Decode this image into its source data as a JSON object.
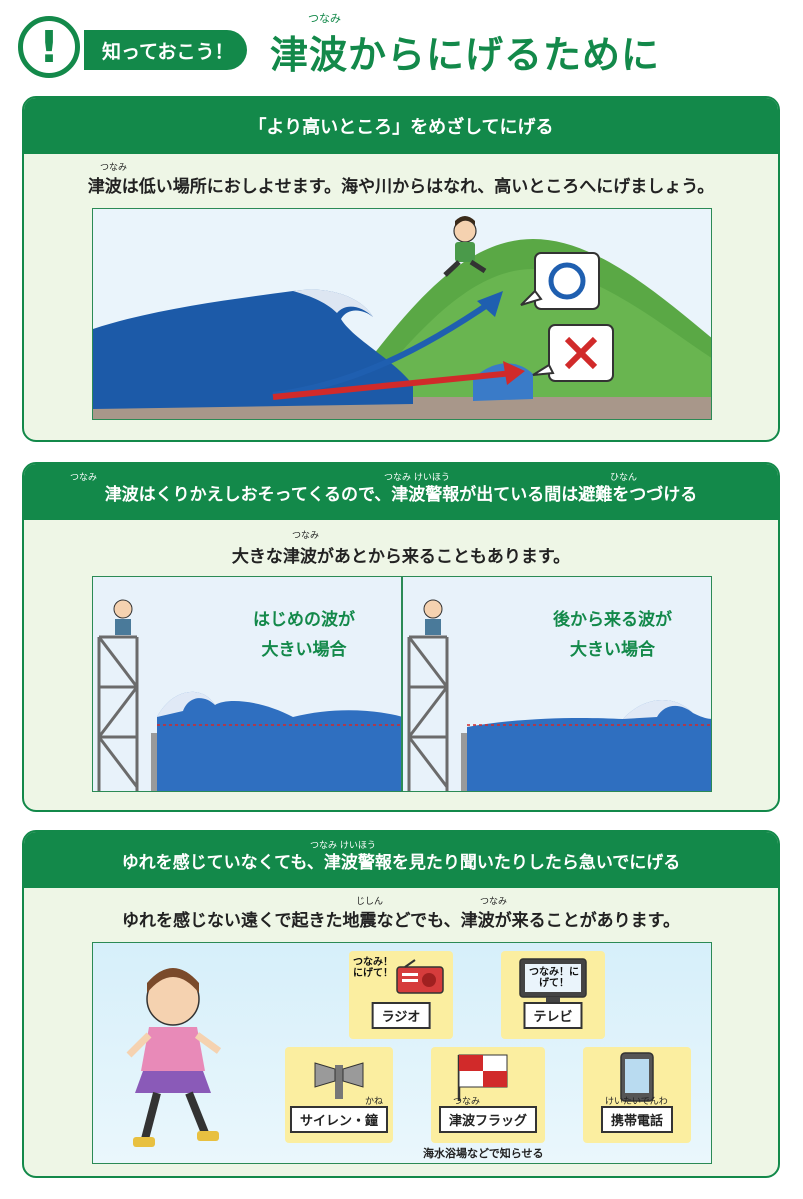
{
  "header": {
    "badge_symbol": "!",
    "badge_label": "知っておこう！",
    "title": "津波からにげるために",
    "title_ruby": "つなみ"
  },
  "section1": {
    "heading": "「より高いところ」をめざしてにげる",
    "text": "津波は低い場所におしよせます。海や川からはなれ、高いところへにげましょう。",
    "text_ruby": "つなみ",
    "good_mark": "○",
    "bad_mark": "×",
    "colors": {
      "up_arrow": "#1f5fb0",
      "flat_arrow": "#d12a2a",
      "hill": "#5aa845",
      "sea": "#1c5aa8"
    }
  },
  "section2": {
    "heading": "津波はくりかえしおそってくるので、津波警報が出ている間は避難をつづける",
    "heading_rubies": [
      "つなみ",
      "つなみ けいほう",
      "ひなん"
    ],
    "text": "大きな津波があとから来ることもあります。",
    "text_ruby": "つなみ",
    "panel_left": {
      "line1": "はじめの波が",
      "line2": "大きい場合"
    },
    "panel_right": {
      "line1": "後から来る波が",
      "line2": "大きい場合"
    }
  },
  "section3": {
    "heading": "ゆれを感じていなくても、津波警報を見たり聞いたりしたら急いでにげる",
    "heading_ruby": "つなみ けいほう",
    "text": "ゆれを感じない遠くで起きた地震などでも、津波が来ることがあります。",
    "text_rubies": [
      "じしん",
      "つなみ"
    ],
    "media": [
      {
        "label": "ラジオ",
        "icon": "radio-icon",
        "bubble": "つなみ！にげて！"
      },
      {
        "label": "テレビ",
        "icon": "tv-icon",
        "bubble": "つなみ！にげて！"
      },
      {
        "label": "サイレン・鐘",
        "icon": "siren-icon",
        "ruby": "かね"
      },
      {
        "label": "津波フラッグ",
        "icon": "flag-icon",
        "ruby": "つなみ",
        "note": "海水浴場などで知らせる"
      },
      {
        "label": "携帯電話",
        "icon": "phone-icon",
        "ruby": "けいたいでんわ"
      }
    ]
  }
}
